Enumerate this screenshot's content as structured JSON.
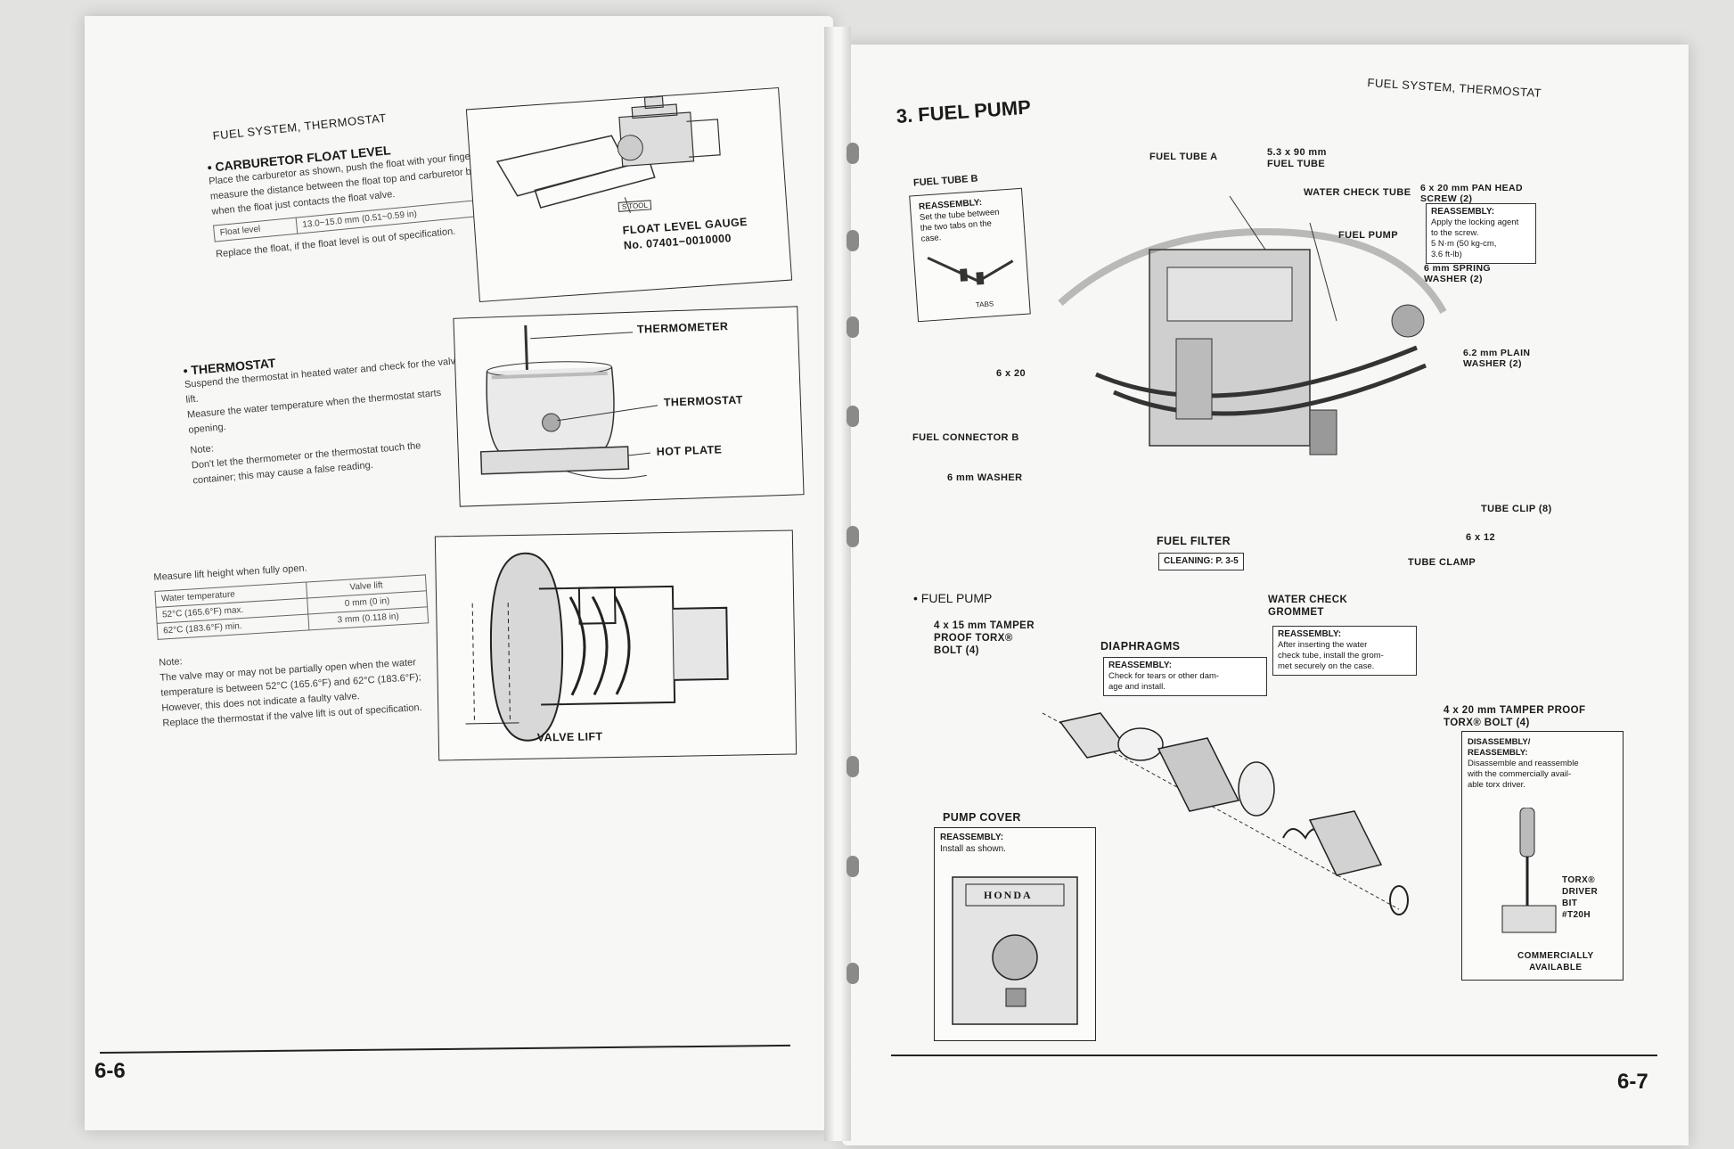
{
  "left_page": {
    "header": "FUEL SYSTEM, THERMOSTAT",
    "float_section": {
      "title": "• CARBURETOR FLOAT LEVEL",
      "lines": [
        "Place the carburetor as shown, push the float with your finger, and",
        "measure the distance between the float top and carburetor body",
        "when the float just contacts the float valve."
      ],
      "table_label": "Float level",
      "table_value": "13.0~15.0 mm (0.51~0.59 in)",
      "note": "Replace the float, if the float level is out of specification."
    },
    "float_figure": {
      "tool_tag": "S TOOL",
      "gauge_label": "FLOAT LEVEL GAUGE",
      "gauge_number": "No. 07401−0010000"
    },
    "thermostat_section": {
      "title": "• THERMOSTAT",
      "lines": [
        "Suspend the thermostat in heated water and check for the valve",
        "lift.",
        "Measure the water temperature when the thermostat starts",
        "opening."
      ],
      "note_lines": [
        "Note:",
        "Don't let the thermometer or the thermostat touch the",
        "container; this may cause a false reading."
      ]
    },
    "thermo_figure": {
      "thermometer": "THERMOMETER",
      "thermostat": "THERMOSTAT",
      "hot_plate": "HOT PLATE"
    },
    "lift_section": {
      "intro": "Measure lift height when fully open.",
      "col1": "Water temperature",
      "col2": "Valve lift",
      "row1_temp": "52°C (165.6°F) max.",
      "row1_lift": "0 mm (0 in)",
      "row2_temp": "62°C (183.6°F) min.",
      "row2_lift": "3 mm (0.118 in)",
      "note_lines": [
        "Note:",
        "The valve may or may not be partially open when the water",
        "temperature is between 52°C (165.6°F) and 62°C (183.6°F);",
        "However, this does not indicate a faulty valve.",
        "Replace the thermostat if the valve lift is out of specification."
      ]
    },
    "valve_figure": {
      "label": "VALVE LIFT"
    },
    "page_number": "6-6"
  },
  "right_page": {
    "header": "FUEL SYSTEM, THERMOSTAT",
    "title": "3. FUEL PUMP",
    "fuel_tube_b": {
      "title": "FUEL TUBE B",
      "box_title": "REASSEMBLY:",
      "box_lines": [
        "Set the tube between",
        "the two tabs on the",
        "case."
      ],
      "tabs": "TABS"
    },
    "labels": {
      "fuel_tube_a": "FUEL TUBE A",
      "fuel_tube_size1": "5.3 x 90 mm",
      "fuel_tube_size2": "FUEL TUBE",
      "water_check_tube": "WATER CHECK TUBE",
      "fuel_pump": "FUEL PUMP",
      "pan_head1": "6 x 20 mm PAN HEAD",
      "pan_head2": "SCREW (2)",
      "spring_washer1": "6 mm SPRING",
      "spring_washer2": "WASHER (2)",
      "plain_washer1": "6.2 mm PLAIN",
      "plain_washer2": "WASHER (2)",
      "bolt_6x20": "6 x 20",
      "fuel_connector_b": "FUEL CONNECTOR B",
      "washer_6mm": "6 mm WASHER",
      "tube_clip": "TUBE CLIP (8)",
      "bolt_6x12": "6 x 12",
      "tube_clamp": "TUBE CLAMP",
      "fuel_filter": "FUEL FILTER",
      "cleaning": "CLEANING: P. 3-5",
      "water_check_grommet1": "WATER CHECK",
      "water_check_grommet2": "GROMMET"
    },
    "pan_head_box": {
      "title": "REASSEMBLY:",
      "lines": [
        "Apply the locking agent",
        "to the screw.",
        "5 N·m (50 kg-cm,",
        "3.6 ft-lb)"
      ]
    },
    "grommet_box": {
      "title": "REASSEMBLY:",
      "lines": [
        "After inserting the water",
        "check tube, install the grom-",
        "met securely on the case."
      ]
    },
    "pump_section": {
      "bullet": "• FUEL PUMP",
      "torx15_1": "4 x 15 mm TAMPER",
      "torx15_2": "PROOF TORX®",
      "torx15_3": "BOLT (4)",
      "diaphragms": "DIAPHRAGMS",
      "diaphragm_box_title": "REASSEMBLY:",
      "diaphragm_box_lines": [
        "Check for tears or other dam-",
        "age and install."
      ],
      "torx20_1": "4 x 20 mm TAMPER PROOF",
      "torx20_2": "TORX® BOLT (4)",
      "torx20_box_title1": "DISASSEMBLY/",
      "torx20_box_title2": "REASSEMBLY:",
      "torx20_box_lines": [
        "Disassemble and reassemble",
        "with the commercially avail-",
        "able torx driver."
      ],
      "driver1": "TORX®",
      "driver2": "DRIVER",
      "driver3": "BIT",
      "driver4": "#T20H",
      "commercial1": "COMMERCIALLY",
      "commercial2": "AVAILABLE",
      "pump_cover": "PUMP COVER",
      "pump_cover_box_title": "REASSEMBLY:",
      "pump_cover_box_line": "Install as shown.",
      "brand": "HONDA"
    },
    "page_number": "6-7"
  }
}
